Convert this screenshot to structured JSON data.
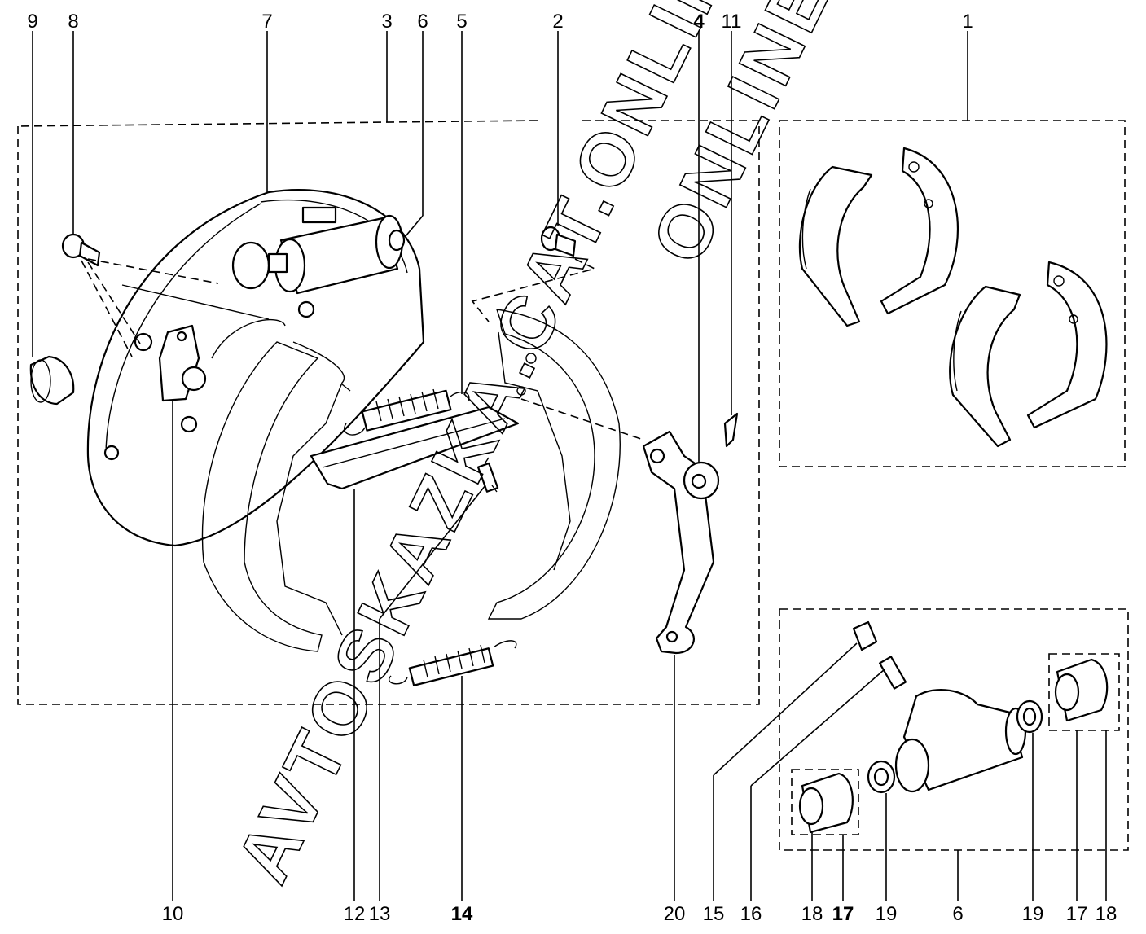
{
  "diagram": {
    "callouts_top": [
      {
        "key": "c9",
        "text": "9",
        "bold": false
      },
      {
        "key": "c8",
        "text": "8",
        "bold": false
      },
      {
        "key": "c7",
        "text": "7",
        "bold": false
      },
      {
        "key": "c3",
        "text": "3",
        "bold": false
      },
      {
        "key": "c6",
        "text": "6",
        "bold": false
      },
      {
        "key": "c5",
        "text": "5",
        "bold": false
      },
      {
        "key": "c2",
        "text": "2",
        "bold": false
      },
      {
        "key": "c4",
        "text": "4",
        "bold": true
      },
      {
        "key": "c11",
        "text": "11",
        "bold": false
      },
      {
        "key": "c1",
        "text": "1",
        "bold": false
      }
    ],
    "callouts_bottom": [
      {
        "key": "b10",
        "text": "10",
        "bold": false
      },
      {
        "key": "b12",
        "text": "12",
        "bold": false
      },
      {
        "key": "b13",
        "text": "13",
        "bold": false
      },
      {
        "key": "b14",
        "text": "14",
        "bold": true
      },
      {
        "key": "b20",
        "text": "20",
        "bold": false
      },
      {
        "key": "b15",
        "text": "15",
        "bold": false
      },
      {
        "key": "b16",
        "text": "16",
        "bold": false
      },
      {
        "key": "b18a",
        "text": "18",
        "bold": false
      },
      {
        "key": "b17a",
        "text": "17",
        "bold": true
      },
      {
        "key": "b19a",
        "text": "19",
        "bold": false
      },
      {
        "key": "b6",
        "text": "6",
        "bold": false
      },
      {
        "key": "b19b",
        "text": "19",
        "bold": false
      },
      {
        "key": "b17b",
        "text": "17",
        "bold": false
      },
      {
        "key": "b18b",
        "text": "18",
        "bold": false
      }
    ],
    "watermark_vertical": "AVTOSKAZKA.CAT.ONLINE",
    "watermark_top": "ONLINE"
  }
}
